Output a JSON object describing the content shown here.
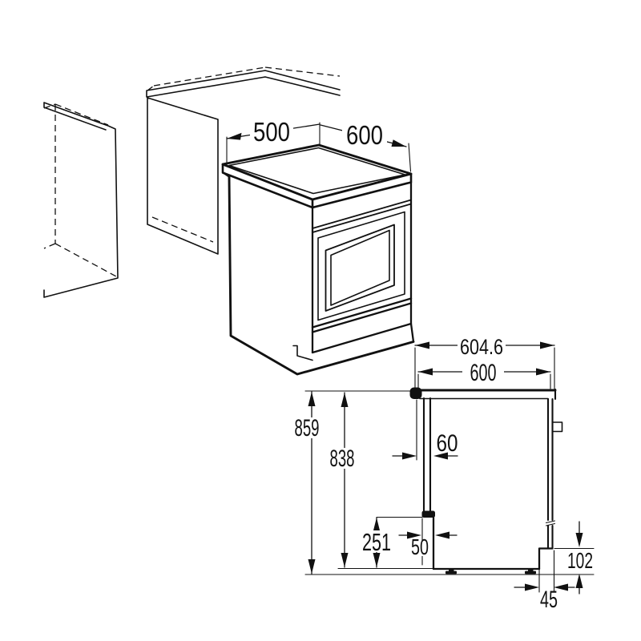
{
  "diagram": {
    "kind": "appliance installation dimension drawing",
    "subject": "freestanding cooker between kitchen cabinets",
    "colors": {
      "line": "#111111",
      "background": "#ffffff"
    }
  },
  "views": {
    "isometric": {
      "width_mm": "500",
      "depth_mm": "600"
    },
    "side": {
      "overall_depth_mm": "604.6",
      "body_depth_mm": "600",
      "overall_height_mm": "859",
      "body_height_mm": "838",
      "front_clearance_mm": "60",
      "lower_zone_height_mm": "251",
      "drawer_setback_mm": "50",
      "rear_recess_height_mm": "102",
      "rear_recess_depth_mm": "45"
    }
  }
}
